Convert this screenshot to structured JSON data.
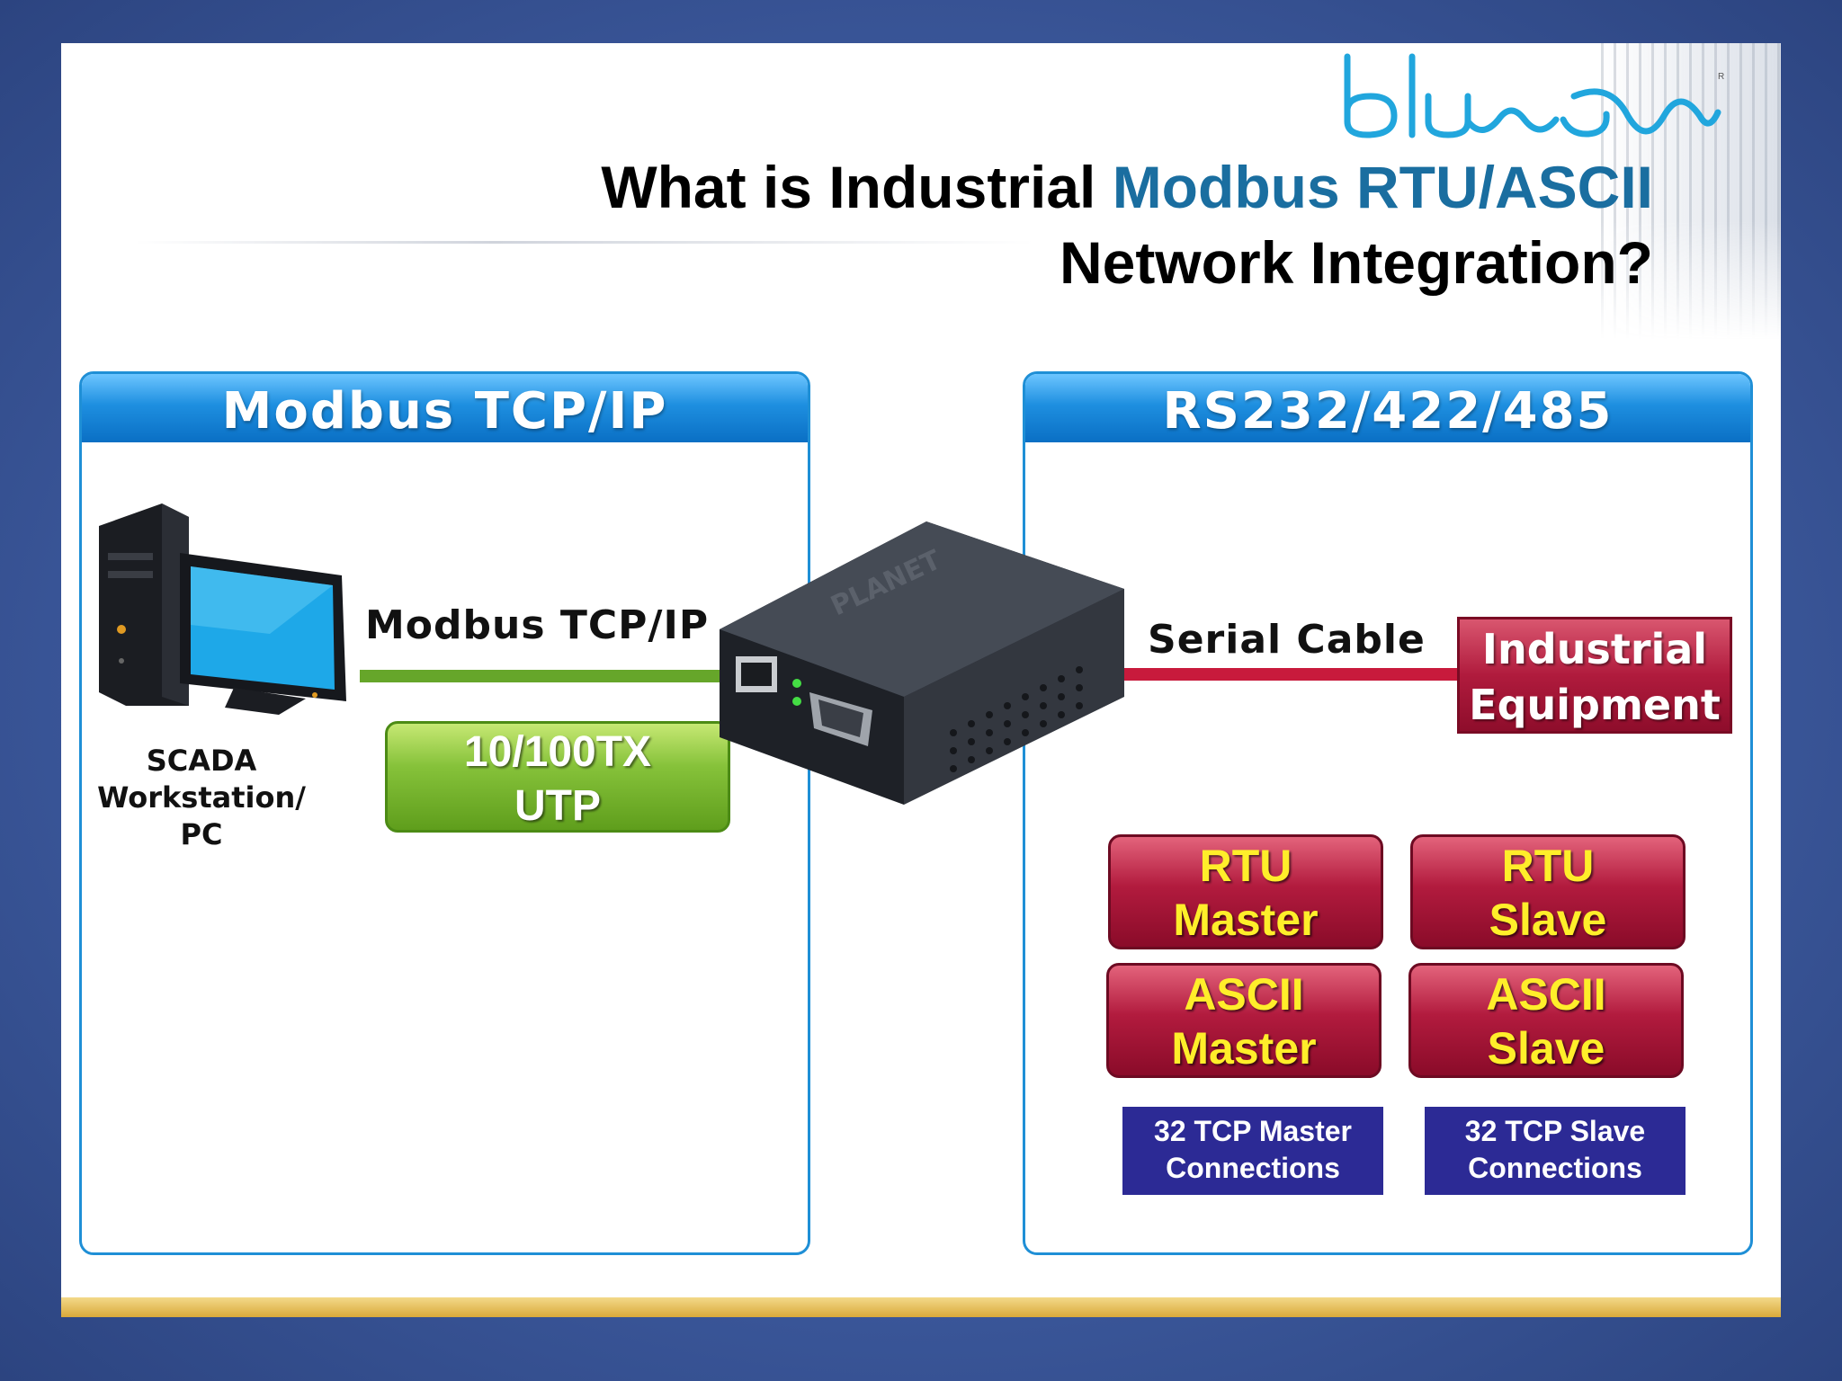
{
  "title": {
    "line1_prefix": "What is Industrial ",
    "line1_highlight": "Modbus RTU/ASCII",
    "line2": "Network Integration?"
  },
  "colors": {
    "title_highlight": "#1a6ea0",
    "panel_blue": "#1f8fd6",
    "green_line": "#66a62a",
    "red_line": "#c81a3c",
    "mode_text": "#ffee2a",
    "connection_box": "#2c2a95"
  },
  "logo": {
    "icon": "bluewave-logo",
    "mark": "R"
  },
  "left_panel": {
    "header": "Modbus TCP/IP",
    "workstation_icon": "desktop-computer-icon",
    "workstation_label": "SCADA\nWorkstation/\nPC",
    "link_label": "Modbus TCP/IP",
    "port_button": "10/100TX\nUTP"
  },
  "device": {
    "icon": "modbus-gateway-device-icon"
  },
  "right_panel": {
    "header": "RS232/422/485",
    "link_label": "Serial Cable",
    "equipment": "Industrial\nEquipment",
    "modes": [
      {
        "label": "RTU\nMaster"
      },
      {
        "label": "RTU\nSlave"
      },
      {
        "label": "ASCII\nMaster"
      },
      {
        "label": "ASCII\nSlave"
      }
    ],
    "connections": [
      {
        "label": "32 TCP Master\nConnections"
      },
      {
        "label": "32 TCP Slave\nConnections"
      }
    ]
  }
}
